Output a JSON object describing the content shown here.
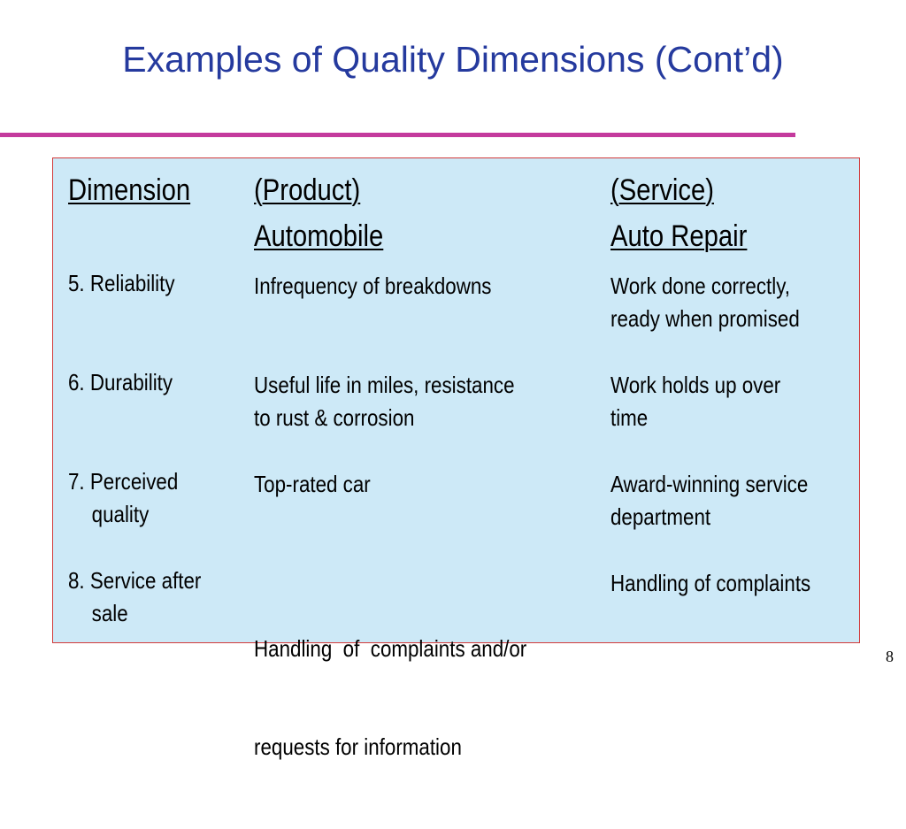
{
  "title": "Examples of Quality Dimensions (Cont’d)",
  "headers": {
    "dimension": "Dimension",
    "product_line1": "(Product)",
    "product_line2": "Automobile",
    "service_line1": "(Service)",
    "service_line2": "Auto Repair"
  },
  "rows": [
    {
      "dimension": [
        "5. Reliability"
      ],
      "product": [
        "Infrequency of breakdowns"
      ],
      "service": [
        "Work done correctly,",
        "ready when promised"
      ]
    },
    {
      "dimension": [
        "6. Durability"
      ],
      "product": [
        "Useful life in miles, resistance",
        "to rust & corrosion"
      ],
      "service": [
        "Work holds up over",
        "time"
      ]
    },
    {
      "dimension": [
        "7. Perceived",
        "quality"
      ],
      "product": [
        "Top-rated car"
      ],
      "service": [
        "Award-winning service",
        "department"
      ]
    },
    {
      "dimension": [
        "8. Service after",
        "sale"
      ],
      "product": [
        "Handling  of  complaints and/or",
        "requests for information"
      ],
      "service": [
        "Handling of complaints"
      ]
    }
  ],
  "page_number": "8",
  "colors": {
    "title": "#253a9e",
    "divider": "#c43a9d",
    "panel_background": "#cde9f7",
    "panel_border": "#d23a3a"
  }
}
